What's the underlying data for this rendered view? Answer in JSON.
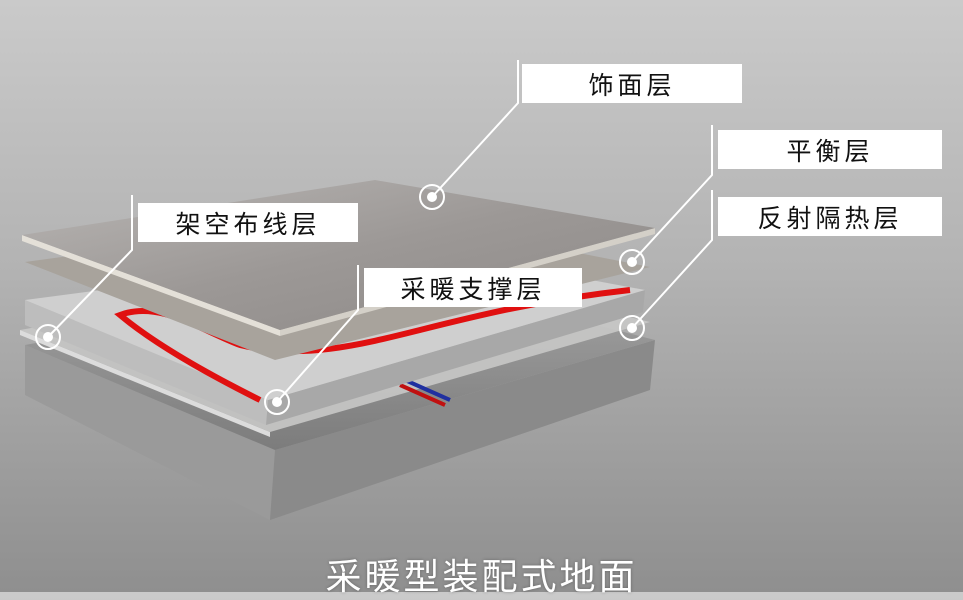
{
  "labels": {
    "finish": "饰面层",
    "balance": "平衡层",
    "reflective": "反射隔热层",
    "wiring": "架空布线层",
    "heating_support": "采暖支撑层"
  },
  "caption": "采暖型装配式地面",
  "colors": {
    "pipe": "#e01010",
    "label_bg": "#ffffff"
  }
}
